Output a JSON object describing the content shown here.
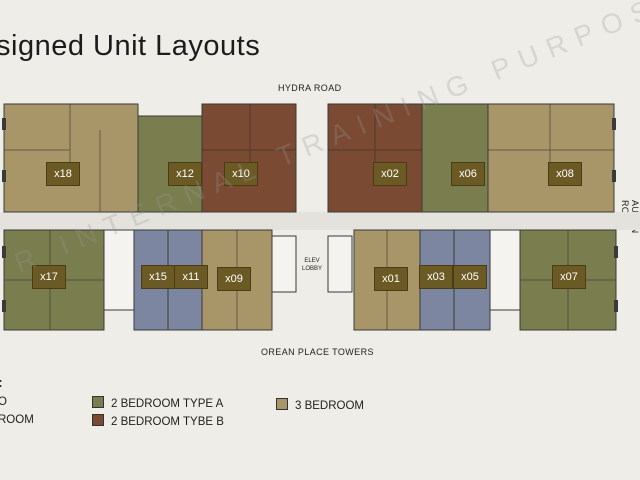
{
  "title": "signed Unit Layouts",
  "roads": {
    "top": "HYDRA ROAD",
    "bottom": "OREAN PLACE TOWERS",
    "side": "AURAN ROAD"
  },
  "lobby": {
    "line1": "ELEV",
    "line2": "LOBBY"
  },
  "units": [
    "x18",
    "x12",
    "x10",
    "x02",
    "x06",
    "x08",
    "x17",
    "x15",
    "x11",
    "x09",
    "x01",
    "x03",
    "x05",
    "x07"
  ],
  "legend": {
    "heading": ":",
    "items": [
      {
        "label": "O",
        "color": "#7c86a0"
      },
      {
        "label": "ROOM",
        "color": "#7c86a0"
      },
      {
        "label": "2 BEDROOM TYPE A",
        "color": "#7a7d4e"
      },
      {
        "label": "2 BEDROOM TYBE B",
        "color": "#7a4a32"
      },
      {
        "label": "3 BEDROOM",
        "color": "#a89669"
      }
    ]
  },
  "watermark": "R INTERNAL TRAINING PURPOSES ON",
  "colors": {
    "three_bed": "#a89669",
    "two_bed_a": "#7a7d4e",
    "two_bed_b": "#7a4a32",
    "studio": "#7c86a0",
    "tag": "#6b5a24"
  }
}
